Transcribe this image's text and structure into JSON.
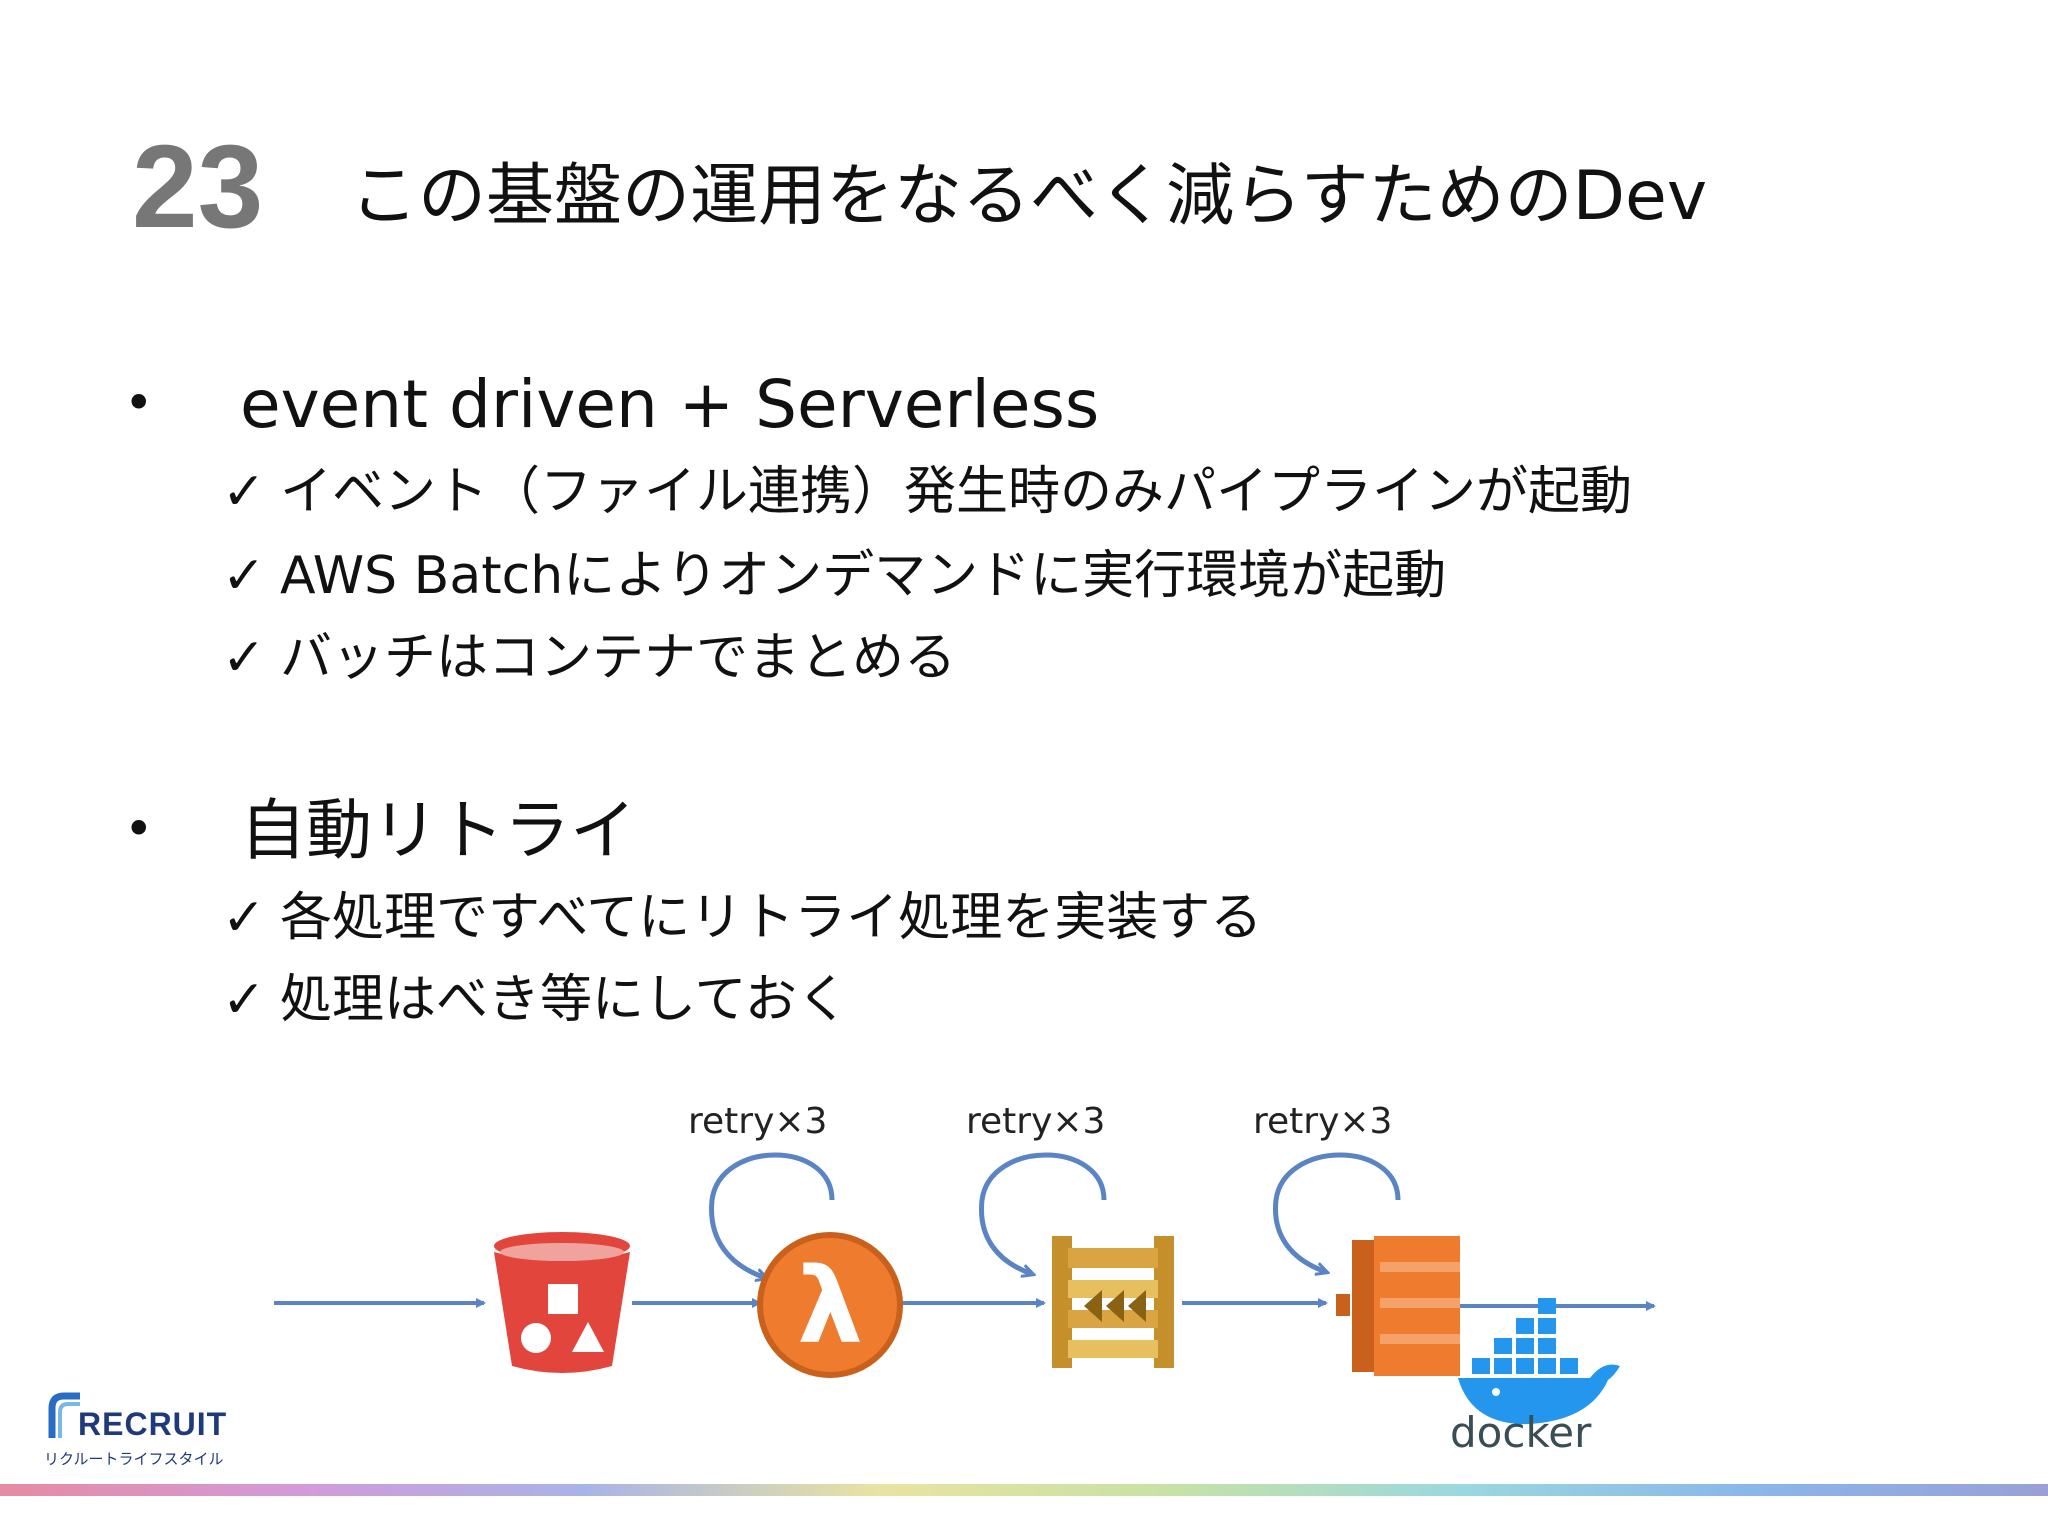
{
  "slide": {
    "number": "23",
    "title": "この基盤の運用をなるべく減らすためのDev"
  },
  "bullets": [
    {
      "symbol": "•",
      "text": "event driven + Serverless",
      "items": [
        "イベント（ファイル連携）発生時のみパイプラインが起動",
        "AWS Batchによりオンデマンドに実行環境が起動",
        "バッチはコンテナでまとめる"
      ]
    },
    {
      "symbol": "•",
      "text": "自動リトライ",
      "items": [
        "各処理ですべてにリトライ処理を実装する",
        "処理はべき等にしておく"
      ]
    }
  ],
  "check_symbol": "✓",
  "diagram": {
    "retry_labels": [
      "retry×3",
      "retry×3",
      "retry×3"
    ],
    "icons": [
      "s3-bucket-icon",
      "lambda-icon",
      "step-functions-icon",
      "ec2-icon",
      "docker-whale-icon"
    ],
    "docker_label": "docker",
    "colors": {
      "arrow": "#5b84c4",
      "s3": "#e2453c",
      "lambda": "#ef7b2e",
      "step_functions": "#d9a441",
      "ec2": "#ef7b2e",
      "docker": "#2496ed"
    }
  },
  "logo": {
    "main": "RECRUIT",
    "sub": "リクルートライフスタイル",
    "color": "#1e3a7a"
  }
}
